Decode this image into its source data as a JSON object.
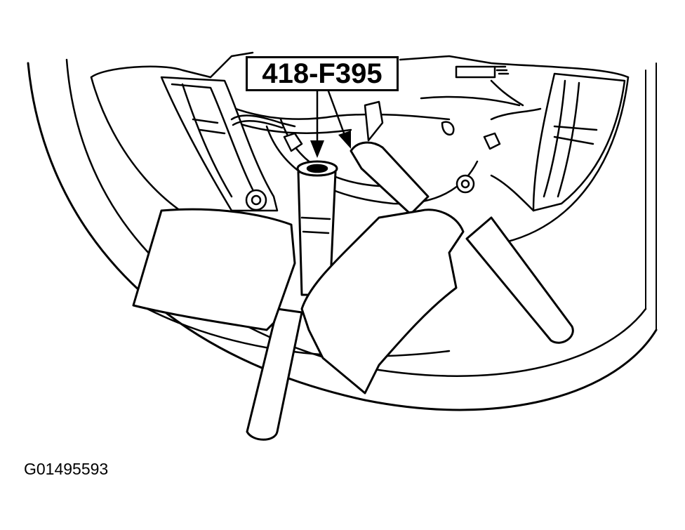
{
  "callout": {
    "tool_number": "418-F395"
  },
  "figure": {
    "id": "G01495593"
  },
  "colors": {
    "line": "#000000",
    "fill": "#ffffff"
  },
  "icons": [
    "steering-wheel-drawing",
    "removal-tool-left-drawing",
    "removal-tool-right-drawing",
    "callout-arrow-icon"
  ]
}
